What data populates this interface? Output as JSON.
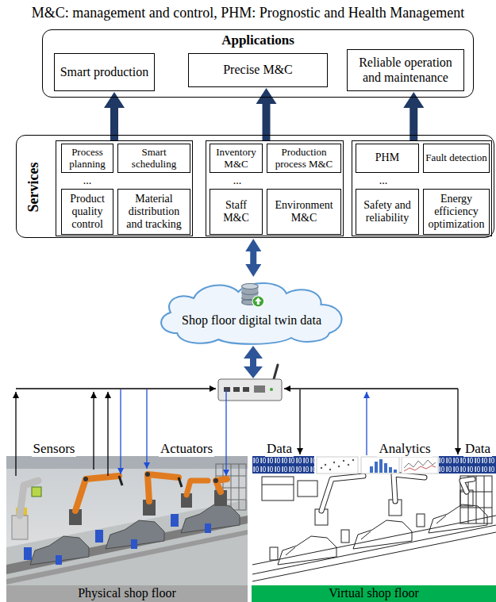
{
  "diagram": {
    "nodes": [
      {
        "text": [
          "Applications"
        ]
      },
      {
        "text": [
          "Smart production"
        ],
        "in": 0
      },
      {
        "text": [
          "Precise M&C"
        ],
        "in": 0
      },
      {
        "text": [
          "Reliable operation and maintenance"
        ],
        "in": 0
      },
      {
        "text": [
          "Services"
        ]
      },
      {
        "text": [
          "..."
        ],
        "in": 4
      },
      {
        "text": [
          "Process planning"
        ],
        "in": 5
      },
      {
        "text": [
          "Smart scheduling"
        ],
        "in": 5
      },
      {
        "text": [
          "Product quality control"
        ],
        "in": 5
      },
      {
        "text": [
          "Material distribution and tracking"
        ],
        "in": 5
      },
      {
        "text": [
          "..."
        ],
        "in": 4
      },
      {
        "text": [
          "Inventory M&C"
        ],
        "in": 10
      },
      {
        "text": [
          "Production process M&C"
        ],
        "in": 10
      },
      {
        "text": [
          "Staff M&C"
        ],
        "in": 10
      },
      {
        "text": [
          "Environment M&C"
        ],
        "in": 10
      },
      {
        "text": [
          "..."
        ],
        "in": 4
      },
      {
        "text": [
          "PHM"
        ],
        "in": 15
      },
      {
        "text": [
          "Fault detection"
        ],
        "in": 15
      },
      {
        "text": [
          "Safety and reliability"
        ],
        "in": 15
      },
      {
        "text": [
          "Energy efficiency optimization"
        ],
        "in": 15
      },
      {
        "text": [
          "Shop floor digital twin data"
        ]
      },
      {
        "text": [
          "Physical shop floor"
        ]
      },
      {
        "text": [
          "Virtual shop floor"
        ]
      }
    ],
    "edges": [
      {
        "from": 5,
        "to": 1,
        "arrow": "to"
      },
      {
        "from": 10,
        "to": 2,
        "arrow": "to"
      },
      {
        "from": 15,
        "to": 3,
        "arrow": "to"
      },
      {
        "from": 4,
        "to": 20,
        "arrow": "both"
      }
    ],
    "labels": [
      "M&C: management and control, PHM: Prognostic and Health Management",
      "Sensors",
      "Actuators",
      "Data",
      "Analytics",
      "Data"
    ]
  }
}
